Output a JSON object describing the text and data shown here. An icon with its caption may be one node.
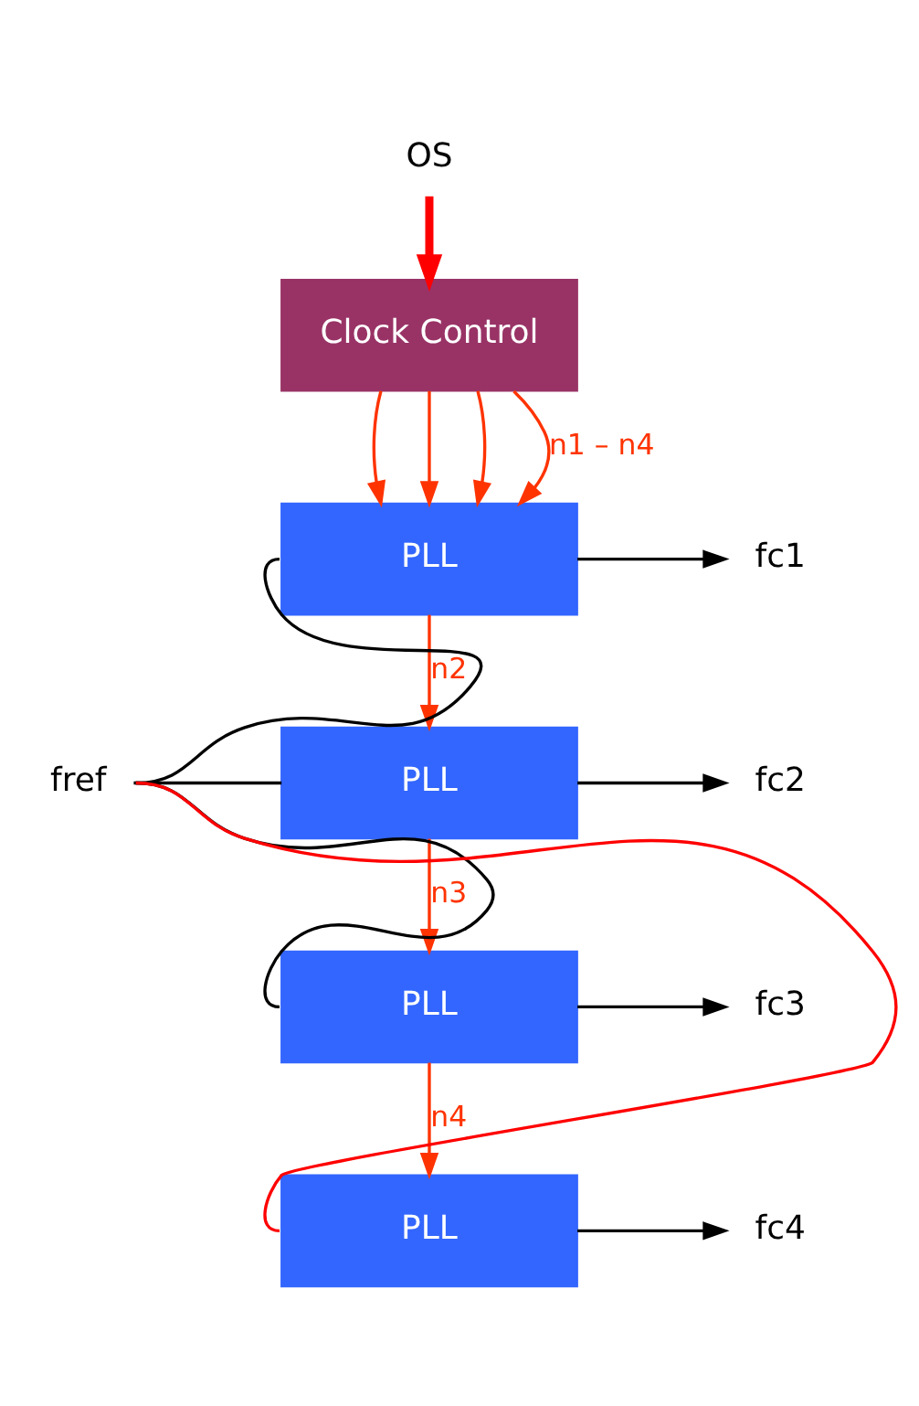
{
  "diagram": {
    "nodes": [
      {
        "text": [
          "OS"
        ]
      },
      {
        "text": [
          "Clock Control"
        ]
      },
      {
        "text": [
          "PLL"
        ]
      },
      {
        "text": [
          "fc1"
        ]
      },
      {
        "text": [
          "PLL"
        ]
      },
      {
        "text": [
          "fc2"
        ]
      },
      {
        "text": [
          "PLL"
        ]
      },
      {
        "text": [
          "fc3"
        ]
      },
      {
        "text": [
          "PLL"
        ]
      },
      {
        "text": [
          "fc4"
        ]
      },
      {
        "text": [
          "fref"
        ]
      }
    ],
    "edges": [
      {
        "from": 0,
        "to": 1,
        "arrow": "to",
        "style": "thick",
        "color": "#ff0000"
      },
      {
        "from": 1,
        "to": 2,
        "arrow": "to",
        "color": "#ff3300"
      },
      {
        "from": 1,
        "to": 2,
        "arrow": "to",
        "color": "#ff3300"
      },
      {
        "from": 1,
        "to": 2,
        "arrow": "to",
        "color": "#ff3300"
      },
      {
        "from": 1,
        "to": 2,
        "arrow": "to",
        "label": "n1 – n4",
        "color": "#ff3300"
      },
      {
        "from": 2,
        "to": 3,
        "arrow": "to",
        "color": "#000000"
      },
      {
        "from": 2,
        "to": 4,
        "arrow": "to",
        "label": "n2",
        "color": "#ff3300"
      },
      {
        "from": 4,
        "to": 5,
        "arrow": "to",
        "color": "#000000"
      },
      {
        "from": 4,
        "to": 6,
        "arrow": "to",
        "label": "n3",
        "color": "#ff3300"
      },
      {
        "from": 6,
        "to": 7,
        "arrow": "to",
        "color": "#000000"
      },
      {
        "from": 6,
        "to": 8,
        "arrow": "to",
        "label": "n4",
        "color": "#ff3300"
      },
      {
        "from": 8,
        "to": 9,
        "arrow": "to",
        "color": "#000000"
      },
      {
        "from": 10,
        "to": 2,
        "arrow": "none",
        "color": "#000000"
      },
      {
        "from": 10,
        "to": 4,
        "arrow": "none",
        "color": "#000000"
      },
      {
        "from": 10,
        "to": 6,
        "arrow": "none",
        "color": "#000000"
      },
      {
        "from": 10,
        "to": 8,
        "arrow": "none",
        "color": "#ff0000"
      }
    ]
  }
}
